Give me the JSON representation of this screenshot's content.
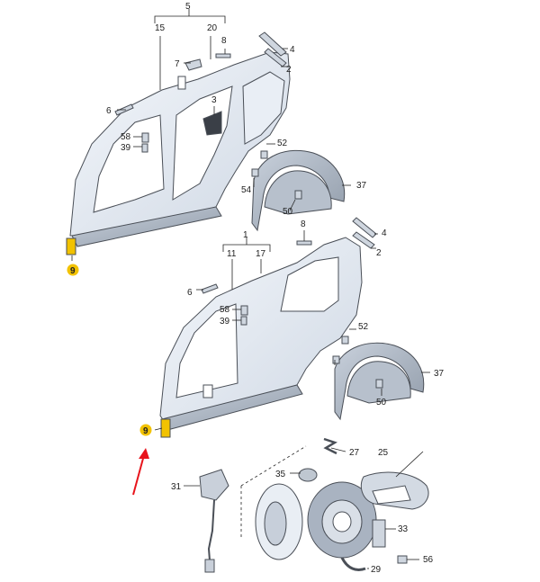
{
  "callouts": {
    "c5": "5",
    "c15": "15",
    "c20": "20",
    "c8a": "8",
    "c7": "7",
    "c4a": "4",
    "c2a": "2",
    "c6a": "6",
    "c3": "3",
    "c58a": "58",
    "c39a": "39",
    "c52a": "52",
    "c37a": "37",
    "c54": "54",
    "c50a": "50",
    "c9a": "9",
    "c8b": "8",
    "c4b": "4",
    "c2b": "2",
    "c1": "1",
    "c11": "11",
    "c17": "17",
    "c6b": "6",
    "c58b": "58",
    "c39b": "39",
    "c52b": "52",
    "c37b": "37",
    "c50b": "50",
    "c9b": "9",
    "c27": "27",
    "c25": "25",
    "c31": "31",
    "c35": "35",
    "c33": "33",
    "c56": "56",
    "c29": "29"
  },
  "colors": {
    "highlight": "#f2c200",
    "arrow": "#e8141c",
    "panel": "#dfe6ef",
    "stroke": "#4a4f57"
  }
}
